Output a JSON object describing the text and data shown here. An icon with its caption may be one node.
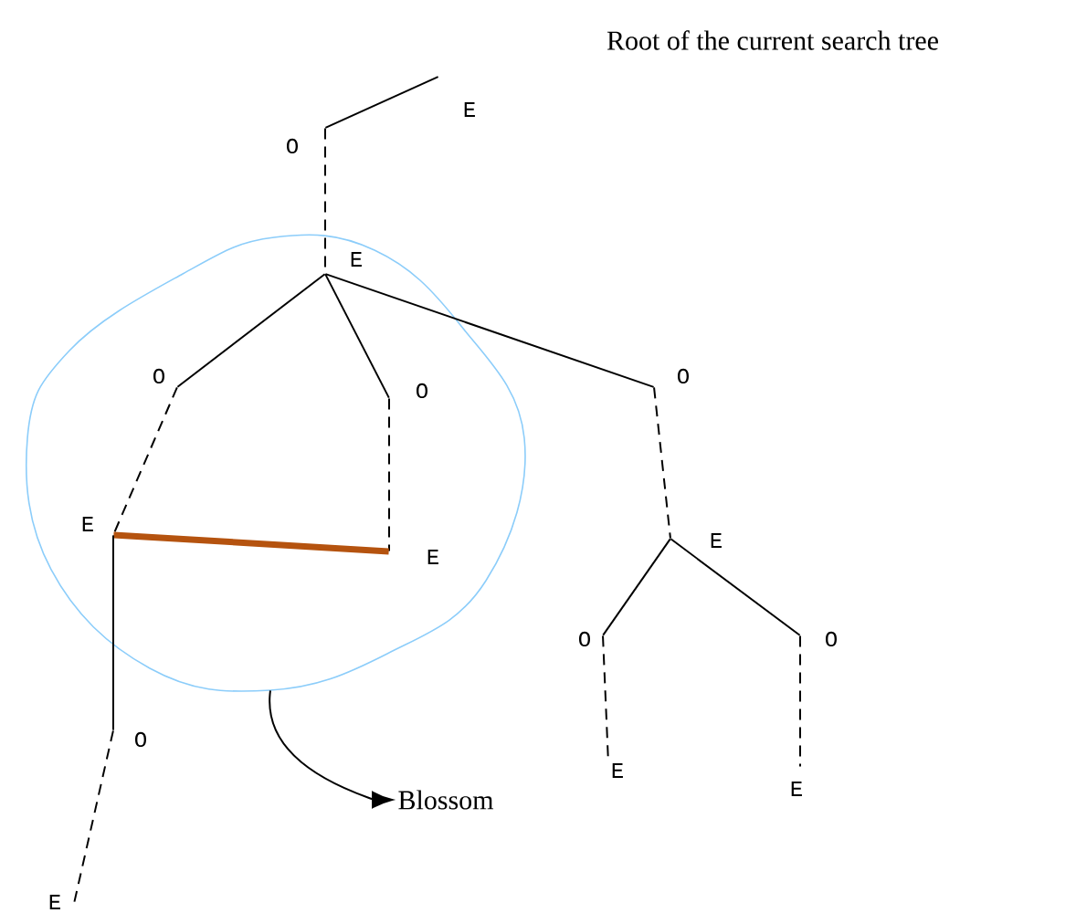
{
  "diagram": {
    "nodes": [
      {
        "text": [],
        "shape": "point",
        "beside": [
          "E"
        ]
      },
      {
        "text": [],
        "shape": "point",
        "beside": [
          "O"
        ]
      },
      {
        "text": [],
        "shape": "cloud"
      },
      {
        "text": [],
        "shape": "point",
        "beside": [
          "E"
        ],
        "in": 2
      },
      {
        "text": [],
        "shape": "point",
        "beside": [
          "O"
        ],
        "in": 2
      },
      {
        "text": [],
        "shape": "point",
        "beside": [
          "O"
        ],
        "in": 2
      },
      {
        "text": [],
        "shape": "point",
        "beside": [
          "E"
        ],
        "in": 2
      },
      {
        "text": [],
        "shape": "point",
        "beside": [
          "E"
        ],
        "in": 2
      },
      {
        "text": [],
        "shape": "point",
        "beside": [
          "O"
        ]
      },
      {
        "text": [],
        "shape": "point",
        "beside": [
          "E"
        ]
      },
      {
        "text": [],
        "shape": "point",
        "beside": [
          "O"
        ]
      },
      {
        "text": [],
        "shape": "point",
        "beside": [
          "E"
        ]
      },
      {
        "text": [],
        "shape": "point",
        "beside": [
          "O"
        ]
      },
      {
        "text": [],
        "shape": "point",
        "beside": [
          "O"
        ]
      },
      {
        "text": [],
        "shape": "point",
        "beside": [
          "E"
        ]
      },
      {
        "text": [],
        "shape": "point",
        "beside": [
          "E"
        ]
      },
      {
        "text": [
          "Blossom"
        ]
      }
    ],
    "edges": [
      {
        "from": 0,
        "to": 1,
        "arrow": "none"
      },
      {
        "from": 1,
        "to": 3,
        "arrow": "none",
        "style": "dashed"
      },
      {
        "from": 3,
        "to": 4,
        "arrow": "none"
      },
      {
        "from": 3,
        "to": 5,
        "arrow": "none"
      },
      {
        "from": 3,
        "to": 10,
        "arrow": "none"
      },
      {
        "from": 4,
        "to": 6,
        "arrow": "none",
        "style": "dashed"
      },
      {
        "from": 5,
        "to": 7,
        "arrow": "none",
        "style": "dashed"
      },
      {
        "from": 6,
        "to": 7,
        "arrow": "none",
        "style": "thick",
        "color": "#b5530f"
      },
      {
        "from": 6,
        "to": 8,
        "arrow": "none"
      },
      {
        "from": 8,
        "to": 9,
        "arrow": "none",
        "style": "dashed"
      },
      {
        "from": 10,
        "to": 11,
        "arrow": "none",
        "style": "dashed"
      },
      {
        "from": 11,
        "to": 12,
        "arrow": "none"
      },
      {
        "from": 11,
        "to": 13,
        "arrow": "none"
      },
      {
        "from": 12,
        "to": 14,
        "arrow": "none",
        "style": "dashed"
      },
      {
        "from": 13,
        "to": 15,
        "arrow": "none",
        "style": "dashed"
      },
      {
        "from": 2,
        "to": 16,
        "arrow": "to"
      }
    ],
    "labels": [
      "Root of the current search tree"
    ]
  }
}
